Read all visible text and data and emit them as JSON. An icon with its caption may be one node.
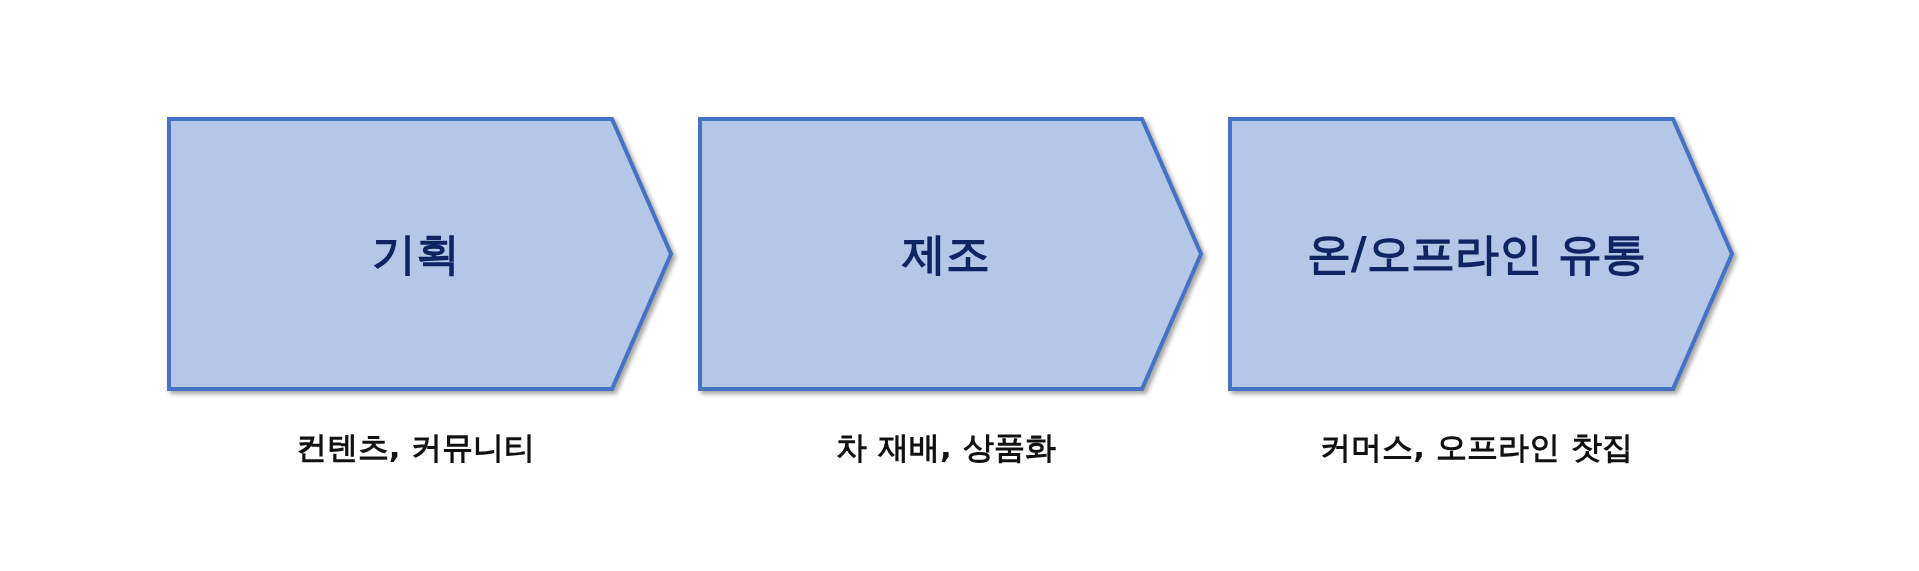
{
  "diagram": {
    "nodes": [
      {
        "text": [
          "기획"
        ],
        "beside": [
          "컨텐츠, 커뮤니티"
        ]
      },
      {
        "text": [
          "제조"
        ],
        "beside": [
          "차 재배, 상품화"
        ]
      },
      {
        "text": [
          "온/오프라인 유통"
        ],
        "beside": [
          "커머스, 오프라인 찻집"
        ]
      }
    ]
  }
}
